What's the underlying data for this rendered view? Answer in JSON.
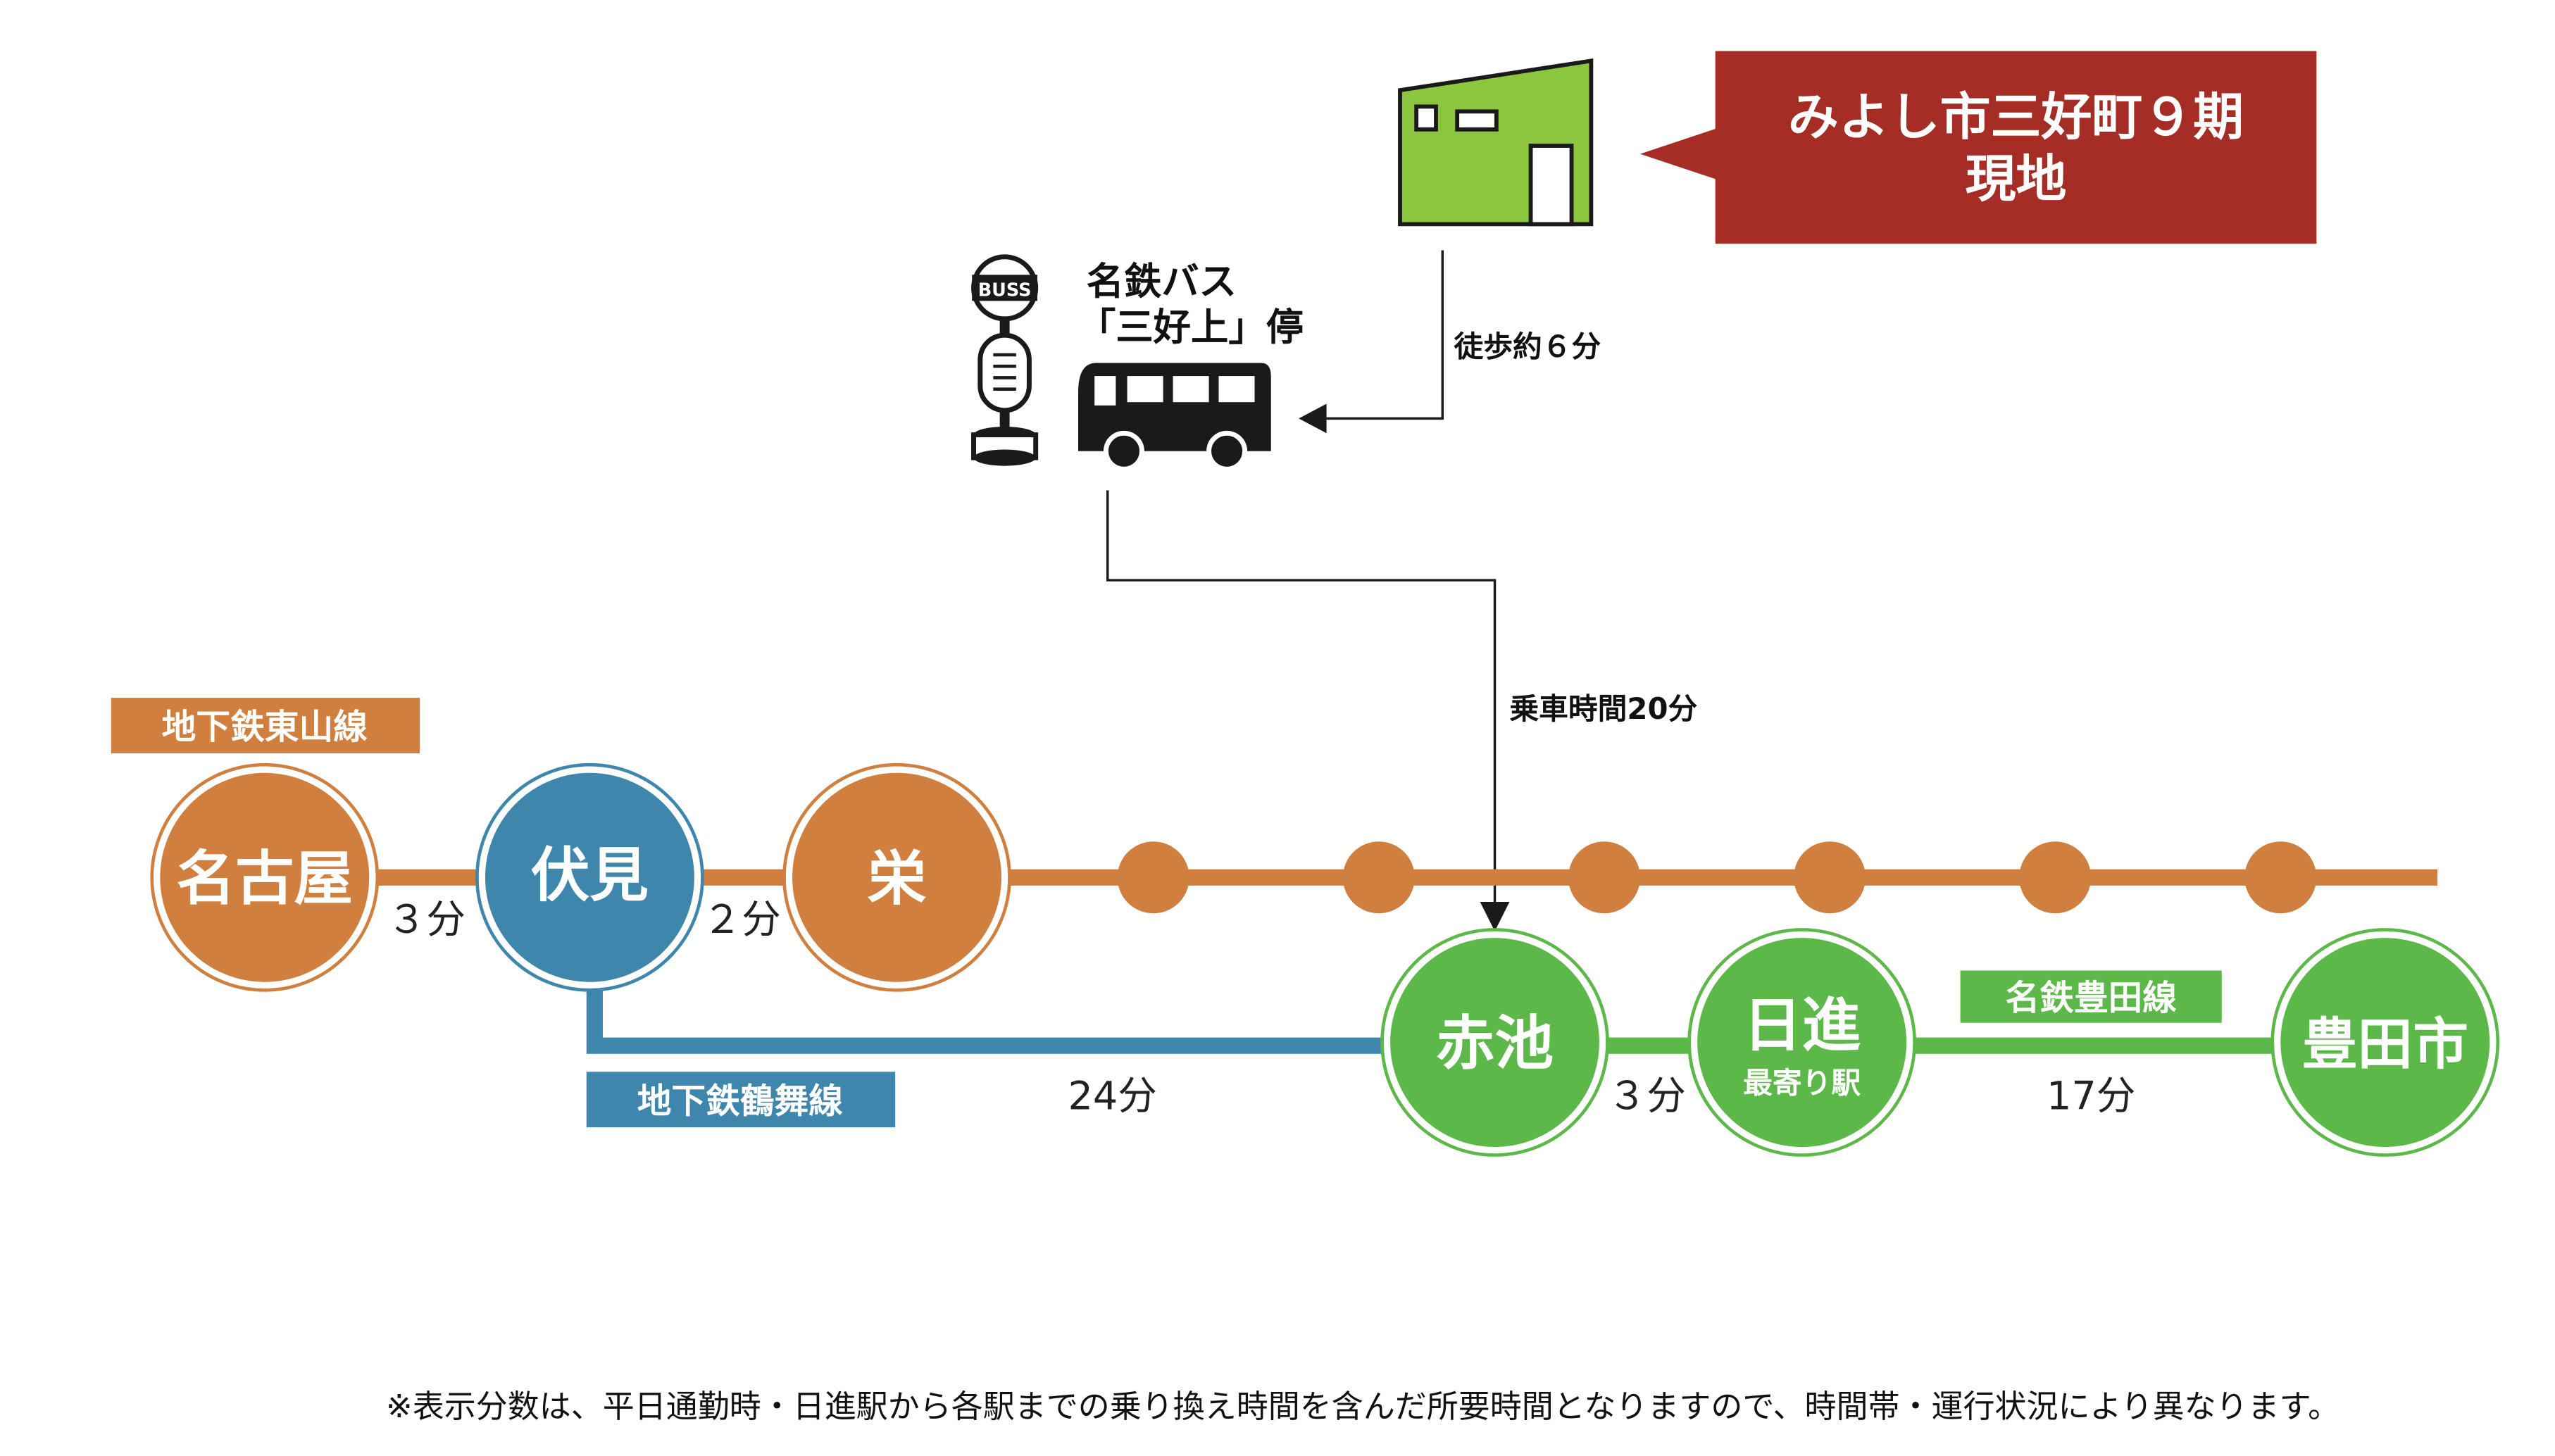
{
  "colors": {
    "orange_line": "#d17f3e",
    "blue_line": "#3e86ac",
    "green_line": "#5cb848",
    "house_green": "#8cc63f",
    "callout_red": "#a52d25",
    "dark": "#111111"
  },
  "destination": {
    "callout_line1": "みよし市三好町９期",
    "callout_line2": "現地",
    "icon": "house-icon"
  },
  "walk": {
    "label": "徒歩約６分"
  },
  "bus": {
    "name_line1": "名鉄バス",
    "name_line2": "「三好上」停",
    "sign_text": "BUSS",
    "ride_label": "乗車時間20分",
    "icons": [
      "bus-stop-icon",
      "bus-icon"
    ]
  },
  "lines": {
    "higashiyama": {
      "label": "地下鉄東山線"
    },
    "tsurumai": {
      "label": "地下鉄鶴舞線"
    },
    "toyota": {
      "label": "名鉄豊田線"
    }
  },
  "stations": {
    "nagoya": "名古屋",
    "fushimi": "伏見",
    "sakae": "栄",
    "akaike": "赤池",
    "nisshin": "日進",
    "nisshin_sub": "最寄り駅",
    "toyotashi": "豊田市"
  },
  "times": {
    "nagoya_fushimi": "３分",
    "fushimi_sakae": "２分",
    "fushimi_akaike": "24分",
    "akaike_nisshin": "３分",
    "nisshin_toyotashi": "17分"
  },
  "footnote": "※表示分数は、平日通勤時・日進駅から各駅までの乗り換え時間を含んだ所要時間となりますので、時間帯・運行状況により異なります。"
}
